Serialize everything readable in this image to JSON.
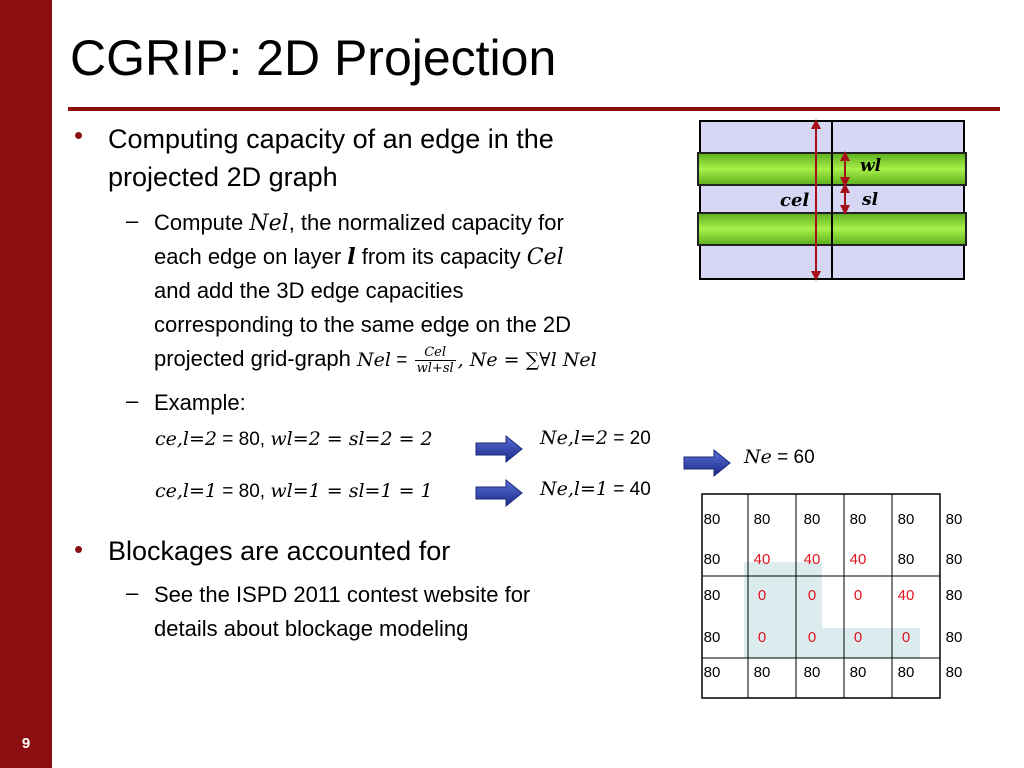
{
  "slide": {
    "title": "CGRIP: 2D Projection",
    "number": "9"
  },
  "bullets": {
    "b1_line1": "Computing capacity of an edge in the",
    "b1_line2": "projected 2D graph",
    "sub1_l1_pre": "Compute ",
    "sub1_l1_var": "Nel",
    "sub1_l1_post": ", the normalized capacity for",
    "sub1_l2_pre": "each edge on layer ",
    "sub1_l2_var": "l",
    "sub1_l2_mid": " from its capacity ",
    "sub1_l2_var2": "Cel",
    "sub1_l3": "and add the 3D edge capacities",
    "sub1_l4": "corresponding to the same edge on the 2D",
    "sub1_l5_pre": "projected grid-graph",
    "formula_lhs": "Nel",
    "formula_eq": " = ",
    "formula_num": "Cel",
    "formula_den": "wl+sl",
    "formula_rest": ", Ne = ∑∀l Nel",
    "sub2": "Example:",
    "b2": "Blockages are accounted for",
    "sub3_l1": "See the ISPD 2011 contest website for",
    "sub3_l2": "details about blockage modeling"
  },
  "example": {
    "row1_var": "ce,l=2",
    "row1_text": " = 80, ",
    "row1_math": "wl=2 = sl=2 = 2",
    "row1_result_var": "Ne,l=2",
    "row1_result": " = 20",
    "row2_var": "ce,l=1",
    "row2_text": " = 80, ",
    "row2_math": "wl=1 = sl=1 = 1",
    "row2_result_var": "Ne,l=1",
    "row2_result": " = 40",
    "total_var": "Ne",
    "total_result": " = 60"
  },
  "diagram": {
    "label_w": "wl",
    "label_c": "cel",
    "label_s": "sl",
    "lavender": "#d6d6f5",
    "green": "#8fdc3a",
    "arrow_color": "#a50f1a"
  },
  "grid": {
    "rows": [
      [
        "80",
        "80",
        "80",
        "80",
        "80",
        "80"
      ],
      [
        "80",
        "40",
        "40",
        "40",
        "80",
        "80"
      ],
      [
        "80",
        "0",
        "0",
        "0",
        "40",
        "80"
      ],
      [
        "80",
        "0",
        "0",
        "0",
        "0",
        "80"
      ],
      [
        "80",
        "80",
        "80",
        "80",
        "80",
        "80"
      ]
    ],
    "red_cells": [
      [
        1,
        1
      ],
      [
        1,
        2
      ],
      [
        1,
        3
      ],
      [
        2,
        1
      ],
      [
        2,
        2
      ],
      [
        2,
        3
      ],
      [
        2,
        4
      ],
      [
        3,
        1
      ],
      [
        3,
        2
      ],
      [
        3,
        3
      ],
      [
        3,
        4
      ]
    ],
    "blockage_color": "#dcebee"
  }
}
